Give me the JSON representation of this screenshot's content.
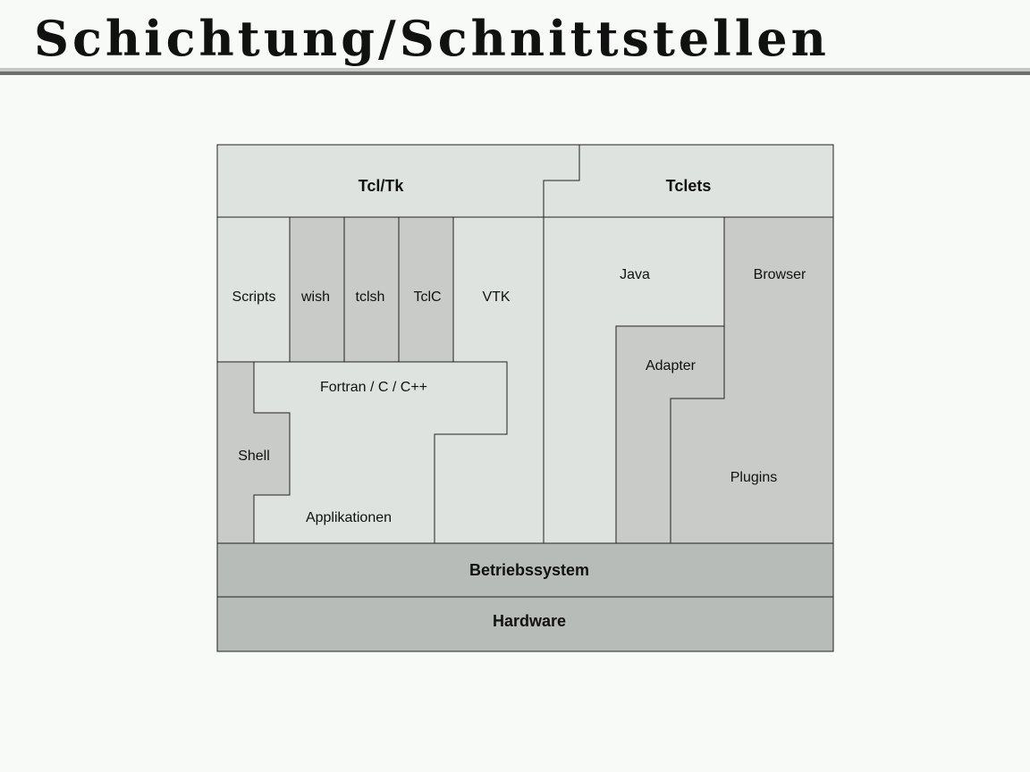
{
  "title": "Schichtung/Schnittstellen",
  "colors": {
    "light": "#dfe3df",
    "medium": "#c8cbc7",
    "dark": "#b8bcb8",
    "stroke": "#222222",
    "background": "#f7faf7"
  },
  "labels": {
    "tcltk": "Tcl/Tk",
    "tclets": "Tclets",
    "scripts": "Scripts",
    "wish": "wish",
    "tclsh": "tclsh",
    "tclc": "TclC",
    "vtk": "VTK",
    "java": "Java",
    "browser": "Browser",
    "adapter": "Adapter",
    "fortran": "Fortran / C / C++",
    "shell": "Shell",
    "applikationen": "Applikationen",
    "plugins": "Plugins",
    "betriebssystem": "Betriebssystem",
    "hardware": "Hardware"
  }
}
